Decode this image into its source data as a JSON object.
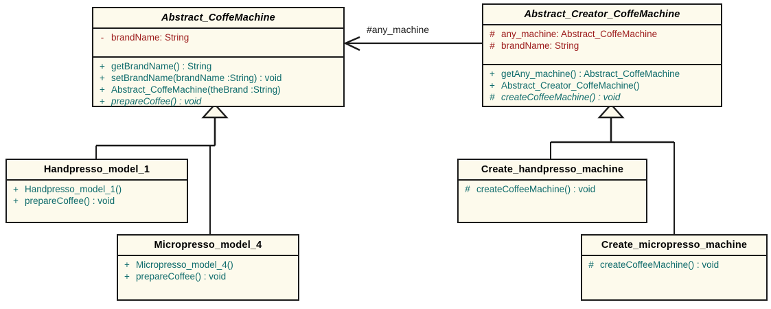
{
  "diagram": {
    "type": "uml-class-diagram",
    "title": "Abstract Factory coffee machine class diagram",
    "background": "#ffffff",
    "colors": {
      "class_fill": "#fdfaec",
      "border": "#1a1a1a",
      "attribute_text": "#9c1a1a",
      "method_text": "#0e6b6b",
      "class_name_text": "#000000"
    }
  },
  "classes": {
    "abstract_coffe_machine": {
      "name": "Abstract_CoffeMachine",
      "abstract": true,
      "attributes": [
        {
          "visibility": "-",
          "text": "brandName:  String"
        }
      ],
      "methods": [
        {
          "visibility": "+",
          "text": "getBrandName() : String",
          "abstract": false
        },
        {
          "visibility": "+",
          "text": "setBrandName(brandName :String) : void",
          "abstract": false
        },
        {
          "visibility": "+",
          "text": "Abstract_CoffeMachine(theBrand :String)",
          "abstract": false
        },
        {
          "visibility": "+",
          "text": "prepareCoffee() : void",
          "abstract": true
        }
      ]
    },
    "abstract_creator_coffe_machine": {
      "name": "Abstract_Creator_CoffeMachine",
      "abstract": true,
      "attributes": [
        {
          "visibility": "#",
          "text": "any_machine:  Abstract_CoffeMachine"
        },
        {
          "visibility": "#",
          "text": "brandName:  String"
        }
      ],
      "methods": [
        {
          "visibility": "+",
          "text": "getAny_machine() : Abstract_CoffeMachine",
          "abstract": false
        },
        {
          "visibility": "+",
          "text": "Abstract_Creator_CoffeMachine()",
          "abstract": false
        },
        {
          "visibility": "#",
          "text": "createCoffeeMachine() : void",
          "abstract": true
        }
      ]
    },
    "handpresso_model_1": {
      "name": "Handpresso_model_1",
      "abstract": false,
      "attributes": [],
      "methods": [
        {
          "visibility": "+",
          "text": "Handpresso_model_1()",
          "abstract": false
        },
        {
          "visibility": "+",
          "text": "prepareCoffee() : void",
          "abstract": false
        }
      ]
    },
    "micropresso_model_4": {
      "name": "Micropresso_model_4",
      "abstract": false,
      "attributes": [],
      "methods": [
        {
          "visibility": "+",
          "text": "Micropresso_model_4()",
          "abstract": false
        },
        {
          "visibility": "+",
          "text": "prepareCoffee() : void",
          "abstract": false
        }
      ]
    },
    "create_handpresso_machine": {
      "name": "Create_handpresso_machine",
      "abstract": false,
      "attributes": [],
      "methods": [
        {
          "visibility": "#",
          "text": "createCoffeeMachine() : void",
          "abstract": false
        }
      ]
    },
    "create_micropresso_machine": {
      "name": "Create_micropresso_machine",
      "abstract": false,
      "attributes": [],
      "methods": [
        {
          "visibility": "#",
          "text": "createCoffeeMachine() : void",
          "abstract": false
        }
      ]
    }
  },
  "relationships": {
    "association_any_machine": {
      "label": "#any_machine",
      "from": "Abstract_Creator_CoffeMachine",
      "to": "Abstract_CoffeMachine",
      "kind": "association"
    },
    "generalizations": [
      {
        "from": "Handpresso_model_1",
        "to": "Abstract_CoffeMachine"
      },
      {
        "from": "Micropresso_model_4",
        "to": "Abstract_CoffeMachine"
      },
      {
        "from": "Create_handpresso_machine",
        "to": "Abstract_Creator_CoffeMachine"
      },
      {
        "from": "Create_micropresso_machine",
        "to": "Abstract_Creator_CoffeMachine"
      }
    ]
  }
}
